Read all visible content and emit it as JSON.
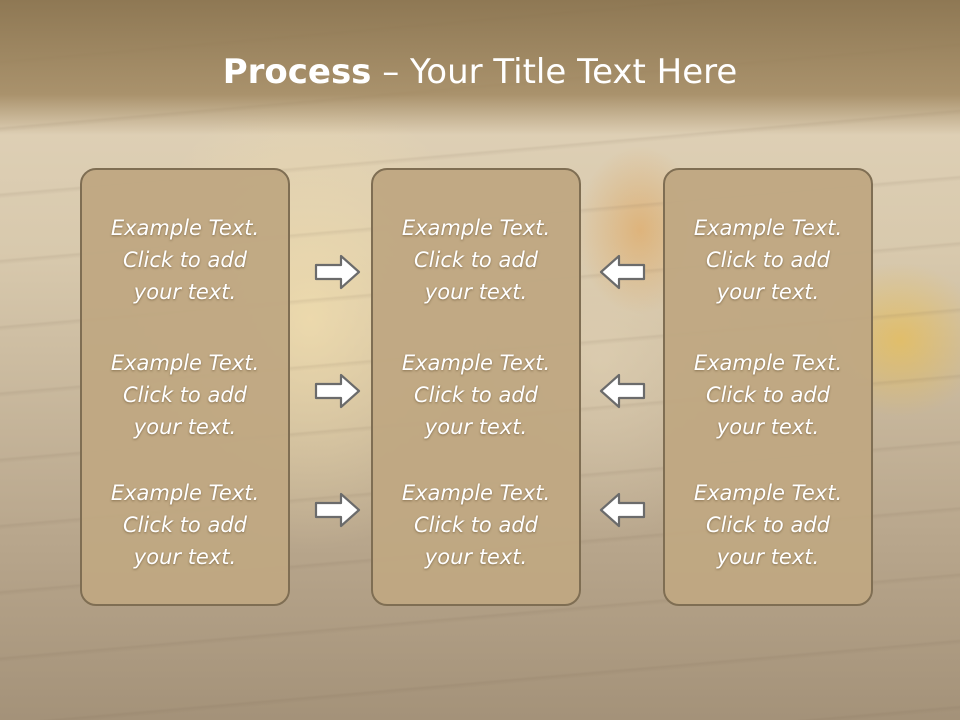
{
  "slide": {
    "title_bold": "Process",
    "title_rest": " – Your Title Text Here"
  },
  "columns": [
    {
      "items": [
        {
          "line1": "Example Text.",
          "line2": "Click  to add",
          "line3": "your text."
        },
        {
          "line1": "Example Text.",
          "line2": "Click  to add",
          "line3": "your text."
        },
        {
          "line1": "Example Text.",
          "line2": "Click  to add",
          "line3": "your text."
        }
      ]
    },
    {
      "items": [
        {
          "line1": "Example Text.",
          "line2": "Click  to add",
          "line3": "your text."
        },
        {
          "line1": "Example Text.",
          "line2": "Click  to add",
          "line3": "your text."
        },
        {
          "line1": "Example Text.",
          "line2": "Click  to add",
          "line3": "your text."
        }
      ]
    },
    {
      "items": [
        {
          "line1": "Example Text.",
          "line2": "Click  to add",
          "line3": "your text."
        },
        {
          "line1": "Example Text.",
          "line2": "Click  to add",
          "line3": "your text."
        },
        {
          "line1": "Example Text.",
          "line2": "Click  to add",
          "line3": "your text."
        }
      ]
    }
  ],
  "arrows": {
    "left_group": "right-arrow-icon",
    "right_group": "left-arrow-icon"
  },
  "colors": {
    "box_fill": "#bfa882",
    "box_border": "#7f6e53",
    "title_band": "#87704b",
    "text": "#ffffff"
  }
}
